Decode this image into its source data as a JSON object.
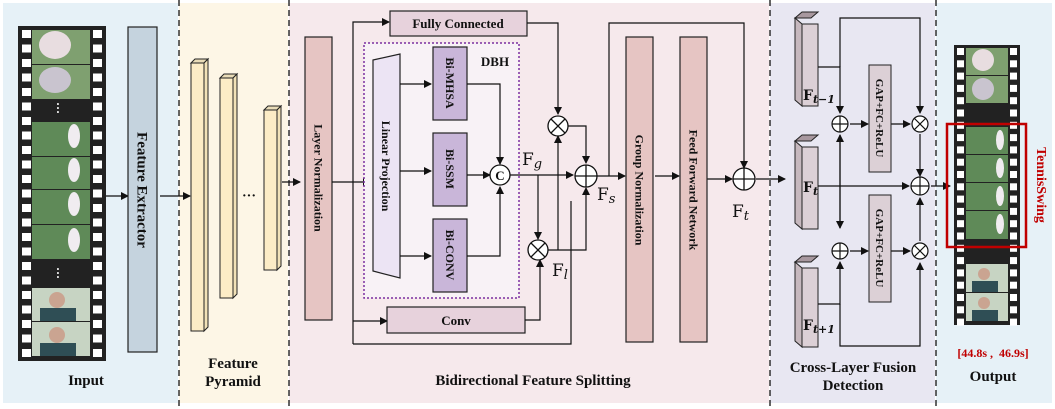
{
  "sections": {
    "input": {
      "label": "Input",
      "bg": "#e6f1f7"
    },
    "pyramid": {
      "label_line1": "Feature",
      "label_line2": "Pyramid",
      "bg": "#fdf6e6"
    },
    "bfs": {
      "label": "Bidirectional Feature Splitting",
      "bg": "#f6e9ec"
    },
    "clfd": {
      "label_line1": "Cross-Layer Fusion",
      "label_line2": "Detection",
      "bg": "#e8e7f2"
    },
    "output": {
      "label": "Output",
      "bg": "#e6f1f7"
    }
  },
  "blocks": {
    "feature_extractor": "Feature Extractor",
    "layer_norm": "Layer Normalization",
    "fully_connected": "Fully Connected",
    "dbh": "DBH",
    "linear_projection": "Linear Projection",
    "bi_mhsa": "Bi-MHSA",
    "bi_ssm": "Bi-SSM",
    "bi_conv": "Bi-CONV",
    "conv": "Conv",
    "group_norm": "Group Normalization",
    "ffn": "Feed Forward Network",
    "gap_top": "GAP+FC+ReLU",
    "gap_bottom": "GAP+FC+ReLU",
    "concat": "C",
    "pyramid_ellipsis": "···"
  },
  "symbols": {
    "fg": {
      "base": "F",
      "sub": "g"
    },
    "fl": {
      "base": "F",
      "sub": "l"
    },
    "fs": {
      "base": "F",
      "sub": "s"
    },
    "ft": {
      "base": "F",
      "sub": "t"
    },
    "ft_minus": {
      "base": "F",
      "sub": "t−1"
    },
    "ft_center": {
      "base": "F",
      "sub": "t"
    },
    "ft_plus": {
      "base": "F",
      "sub": "t+1"
    }
  },
  "output": {
    "class_label": "TennisSwing",
    "time_range": "[44.8s ,  46.9s]",
    "highlight_color": "#c00000"
  },
  "colors": {
    "extractor": "#c5d3de",
    "pyramid": "#fcecc6",
    "layer_norm": "#e6c5c3",
    "fc": "#e7d2dc",
    "dbh_box": "#f8f2f6",
    "dbh_border": "#7a2fa0",
    "linear_proj": "#ece4f4",
    "bi_blocks": "#c9b6d9",
    "feature_maps": "#dcd0d6"
  }
}
